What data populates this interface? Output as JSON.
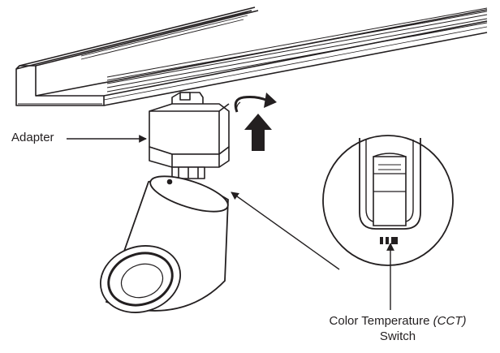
{
  "labels": {
    "adapter": "Adapter",
    "cct_line1_prefix": "Color Temperature ",
    "cct_line1_em": "(CCT)",
    "cct_line2": "Switch"
  },
  "colors": {
    "ink": "#231f20",
    "fill": "#ffffff"
  },
  "icons": {
    "rotation": "curved-rotate-arrow-icon",
    "insert": "up-arrow-icon"
  }
}
